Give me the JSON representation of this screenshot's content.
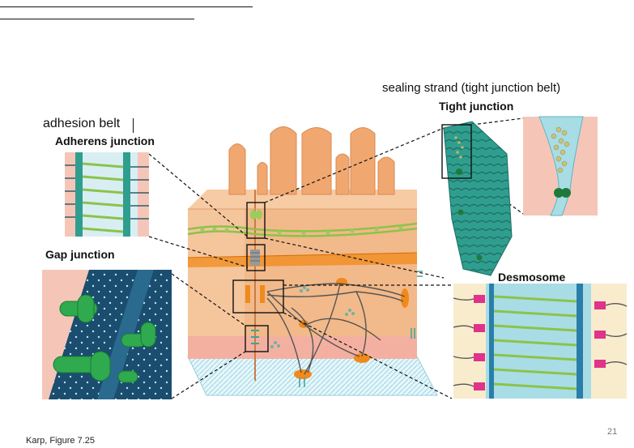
{
  "labels": {
    "adhesion_belt": "adhesion belt",
    "adherens_junction": "Adherens junction",
    "gap_junction": "Gap junction",
    "sealing_strand": "sealing strand (tight junction belt)",
    "tight_junction": "Tight junction",
    "desmosome": "Desmosome"
  },
  "footer": {
    "source": "Karp, Figure 7.25",
    "page_number": "21"
  },
  "colors": {
    "cell": "#f2b98a",
    "cell_dark": "#e0995f",
    "membrane_green": "#8bc34a",
    "junction_orange": "#f08a1a",
    "tight_teal": "#2f9e8f",
    "panel_blue": "#a8dde6",
    "panel_pink": "#f5c6b8"
  }
}
